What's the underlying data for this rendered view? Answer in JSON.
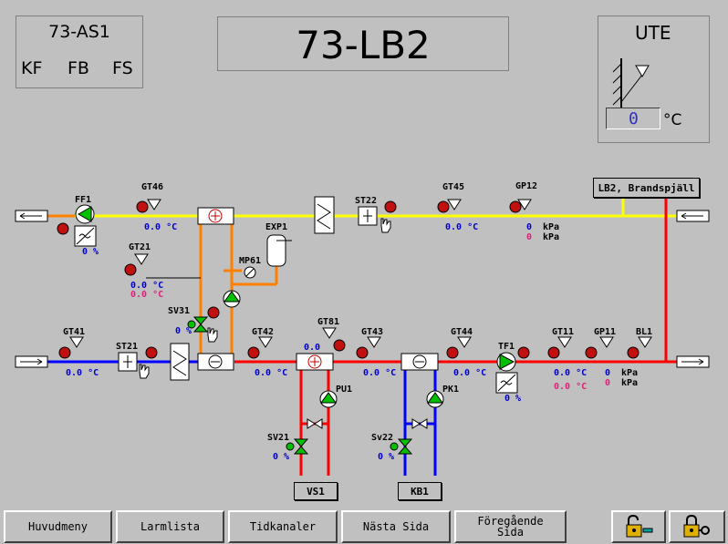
{
  "header": {
    "system_id": "73-AS1",
    "kf": "KF",
    "fb": "FB",
    "fs": "FS",
    "title": "73-LB2"
  },
  "outdoor": {
    "label": "UTE",
    "value": "0",
    "unit": "°C"
  },
  "sensors": {
    "ff1": "FF1",
    "gt46": "GT46",
    "st22": "ST22",
    "gt45": "GT45",
    "gp12": "GP12",
    "gt21": "GT21",
    "exp1": "EXP1",
    "mp61": "MP61",
    "sv31": "SV31",
    "gt41": "GT41",
    "st21": "ST21",
    "gt42": "GT42",
    "gt81": "GT81",
    "gt43": "GT43",
    "gt44": "GT44",
    "tf1": "TF1",
    "gt11": "GT11",
    "gp11": "GP11",
    "bl1": "BL1",
    "pu1": "PU1",
    "pk1": "PK1",
    "sv21": "SV21",
    "sv22": "Sv22"
  },
  "readings": {
    "ff1_pct": "0 %",
    "gt46_val": "0.0 °C",
    "gt45_val": "0.0 °C",
    "gp12_val1": "0",
    "gp12_val2": "0",
    "kpa": "kPa",
    "gt21_val1": "0.0 °C",
    "gt21_val2": "0.0 °C",
    "sv31_pct": "0 %",
    "gt41_val": "0.0 °C",
    "gt42_val": "0.0 °C",
    "gt81_val": "0.0",
    "gt43_val": "0.0 °C",
    "gt44_val": "0.0 °C",
    "tf1_pct": "0 %",
    "gt11_val1": "0.0 °C",
    "gt11_val2": "0.0 °C",
    "gp11_val1": "0",
    "gp11_val2": "0",
    "sv21_pct": "0 %",
    "sv22_pct": "0 %"
  },
  "links": {
    "lb2_fire_damper": "LB2, Brandspjäll",
    "vs1": "VS1",
    "kb1": "KB1"
  },
  "footer": {
    "main_menu": "Huvudmeny",
    "alarm_list": "Larmlista",
    "time_channels": "Tidkanaler",
    "next_page": "Nästa Sida",
    "prev_page": "Föregående Sida"
  },
  "colors": {
    "background": "#c0c0c0",
    "supply_air": "#ff0000",
    "exhaust_air": "#ffff00",
    "outdoor_air": "#0000ff",
    "heat_recovery": "#ff8000",
    "value_blue": "#0000d0",
    "value_pink": "#e0207a",
    "alarm_red": "#c01010"
  }
}
